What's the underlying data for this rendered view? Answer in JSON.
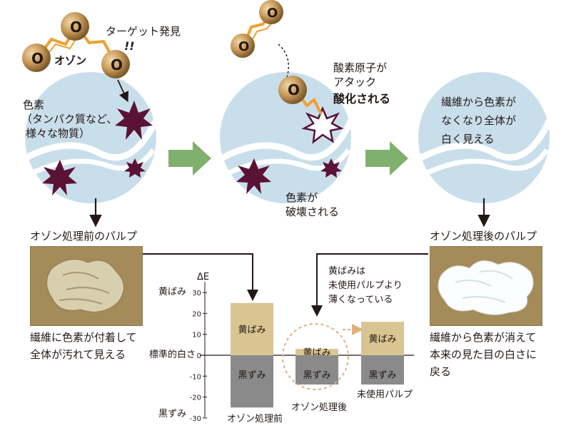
{
  "colors": {
    "pigment": "#5a1235",
    "circle": "#c9deeb",
    "arrow_green": "#7fb06d",
    "ozone_atom": "#c79a5a",
    "bond": "#f0a030",
    "yellow_bar": "#d9c592",
    "black_bar": "#8a8a8a",
    "photo_bg": "#a58b58"
  },
  "panel1": {
    "ozone_label": "オゾン",
    "target_found": "ターゲット発見",
    "pigment_label_line1": "色素",
    "pigment_label_line2": "（タンパク質など、",
    "pigment_label_line3": "様々な物質）"
  },
  "panel2": {
    "attack_line1": "酸素原子が",
    "attack_line2": "アタック",
    "oxidized": "酸化される",
    "destroyed_line1": "色素が",
    "destroyed_line2": "破壊される"
  },
  "panel3": {
    "text_line1": "繊維から色素が",
    "text_line2": "なくなり全体が",
    "text_line3": "白く見える"
  },
  "before": {
    "title": "オゾン処理前のパルプ",
    "caption_line1": "繊維に色素が付着して",
    "caption_line2": "全体が汚れて見える"
  },
  "after": {
    "title": "オゾン処理後のパルプ",
    "caption_line1": "繊維から色素が消えて",
    "caption_line2": "本来の見た目の白さに",
    "caption_line3": "戻る"
  },
  "chart_note": {
    "line1": "黄ばみは",
    "line2": "未使用パルプより",
    "line3": "薄くなっている"
  },
  "chart_data": {
    "type": "bar",
    "ylabel": "ΔE",
    "ylim": [
      -30,
      30
    ],
    "yticks": [
      30,
      20,
      10,
      0,
      -10,
      -20,
      -30
    ],
    "top_label": "黄ばみ",
    "bottom_label": "黒ずみ",
    "zero_label": "標準的白さ",
    "categories": [
      "オゾン処理前",
      "オゾン処理後",
      "未使用パルプ"
    ],
    "series": [
      {
        "name": "黄ばみ",
        "values": [
          25,
          3,
          16
        ]
      },
      {
        "name": "黒ずみ",
        "values": [
          -25,
          -14,
          -14
        ]
      }
    ]
  }
}
